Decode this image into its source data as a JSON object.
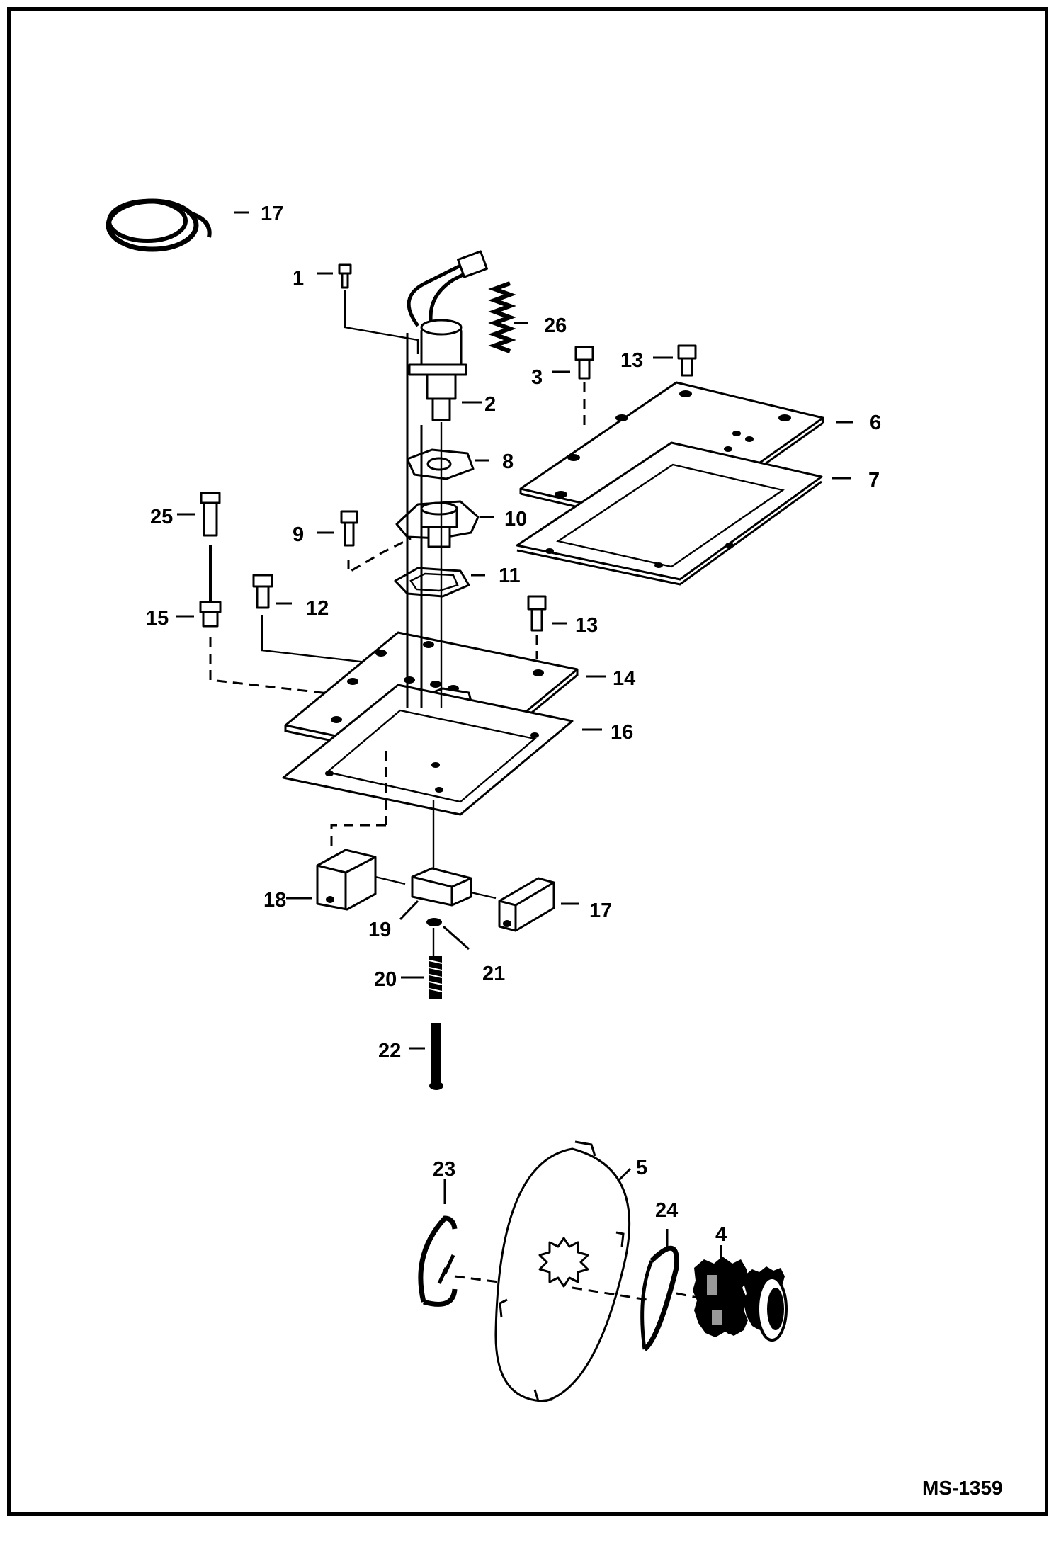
{
  "drawing_code": "MS-1359",
  "callouts": [
    {
      "id": "c1",
      "text": "1"
    },
    {
      "id": "c2",
      "text": "2"
    },
    {
      "id": "c3",
      "text": "3"
    },
    {
      "id": "c4",
      "text": "4"
    },
    {
      "id": "c5",
      "text": "5"
    },
    {
      "id": "c6",
      "text": "6"
    },
    {
      "id": "c7",
      "text": "7"
    },
    {
      "id": "c8",
      "text": "8"
    },
    {
      "id": "c9",
      "text": "9"
    },
    {
      "id": "c10",
      "text": "10"
    },
    {
      "id": "c11",
      "text": "11"
    },
    {
      "id": "c12",
      "text": "12"
    },
    {
      "id": "c13a",
      "text": "13"
    },
    {
      "id": "c13b",
      "text": "13"
    },
    {
      "id": "c14",
      "text": "14"
    },
    {
      "id": "c15",
      "text": "15"
    },
    {
      "id": "c16",
      "text": "16"
    },
    {
      "id": "c17a",
      "text": "17"
    },
    {
      "id": "c17b",
      "text": "17"
    },
    {
      "id": "c18",
      "text": "18"
    },
    {
      "id": "c19",
      "text": "19"
    },
    {
      "id": "c20",
      "text": "20"
    },
    {
      "id": "c21",
      "text": "21"
    },
    {
      "id": "c22",
      "text": "22"
    },
    {
      "id": "c23",
      "text": "23"
    },
    {
      "id": "c24",
      "text": "24"
    },
    {
      "id": "c25",
      "text": "25"
    },
    {
      "id": "c26",
      "text": "26"
    }
  ]
}
